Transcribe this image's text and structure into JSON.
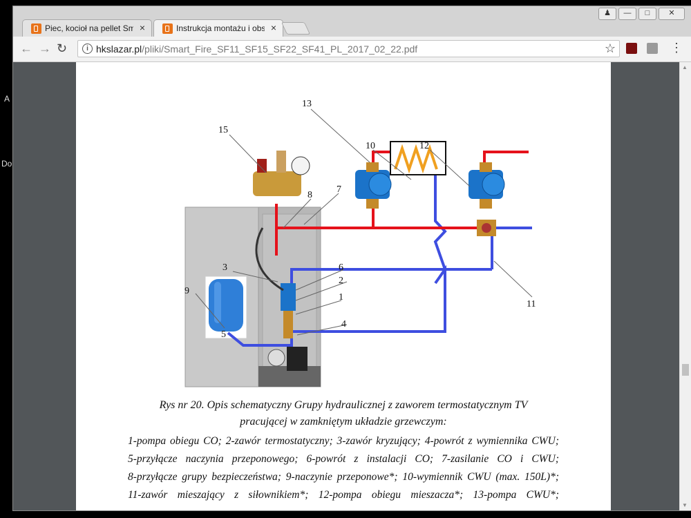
{
  "desktop": {
    "labels": [
      "A",
      "Do"
    ]
  },
  "browser": {
    "tabs": [
      {
        "title": "Piec, kocioł na pellet Smar",
        "close": "×",
        "active": false
      },
      {
        "title": "Instrukcja montażu i obsł",
        "close": "×",
        "active": true
      }
    ],
    "url_host": "hkslazar.pl",
    "url_path": "/pliki/Smart_Fire_SF11_SF15_SF22_SF41_PL_2017_02_22.pdf",
    "window_buttons": [
      "user",
      "minimize",
      "maximize",
      "close"
    ]
  },
  "figure": {
    "callouts": [
      "1",
      "2",
      "3",
      "4",
      "5",
      "6",
      "7",
      "8",
      "9",
      "10",
      "11",
      "12",
      "13",
      "15"
    ]
  },
  "caption": {
    "line1": "Rys nr 20. Opis schematyczny Grupy hydraulicznej z zaworem termostatycznym TV",
    "line2": "pracującej w zamkniętym układzie grzewczym:"
  },
  "legend_lines": [
    "1-pompa obiegu CO; 2-zawór termostatyczny; 3-zawór kryzujący; 4-powrót z wymiennika CWU;",
    "5-przyłącze naczynia przeponowego; 6-powrót z instalacji CO; 7-zasilanie CO i CWU;",
    "8-przyłącze grupy bezpieczeństwa; 9-naczynie przeponowe*; 10-wymiennik CWU (max. 150L)*;",
    "11-zawór mieszający z siłownikiem*; 12-pompa obiegu mieszacza*; 13-pompa CWU*;"
  ],
  "colors": {
    "supply": "#e5121b",
    "return": "#3e4ee0",
    "tab_icon": "#e8731a"
  }
}
